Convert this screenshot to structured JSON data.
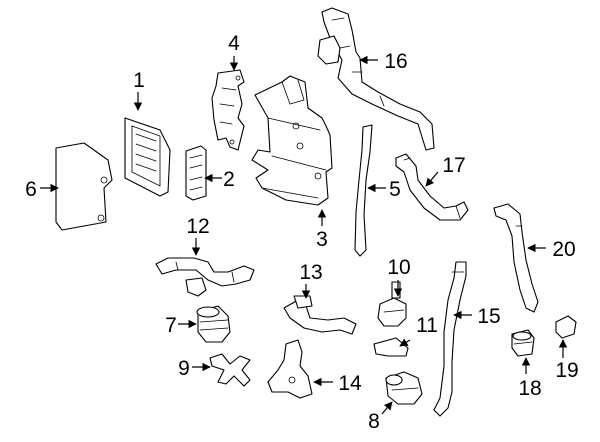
{
  "callouts": [
    {
      "id": "c1",
      "text": "1"
    },
    {
      "id": "c2",
      "text": "2"
    },
    {
      "id": "c3",
      "text": "3"
    },
    {
      "id": "c4",
      "text": "4"
    },
    {
      "id": "c5",
      "text": "5"
    },
    {
      "id": "c6",
      "text": "6"
    },
    {
      "id": "c7",
      "text": "7"
    },
    {
      "id": "c8",
      "text": "8"
    },
    {
      "id": "c9",
      "text": "9"
    },
    {
      "id": "c10",
      "text": "10"
    },
    {
      "id": "c11",
      "text": "11"
    },
    {
      "id": "c12",
      "text": "12"
    },
    {
      "id": "c13",
      "text": "13"
    },
    {
      "id": "c14",
      "text": "14"
    },
    {
      "id": "c15",
      "text": "15"
    },
    {
      "id": "c16",
      "text": "16"
    },
    {
      "id": "c17",
      "text": "17"
    },
    {
      "id": "c18",
      "text": "18"
    },
    {
      "id": "c19",
      "text": "19"
    },
    {
      "id": "c20",
      "text": "20"
    }
  ],
  "colors": {
    "line": "#000000",
    "background": "#ffffff"
  }
}
